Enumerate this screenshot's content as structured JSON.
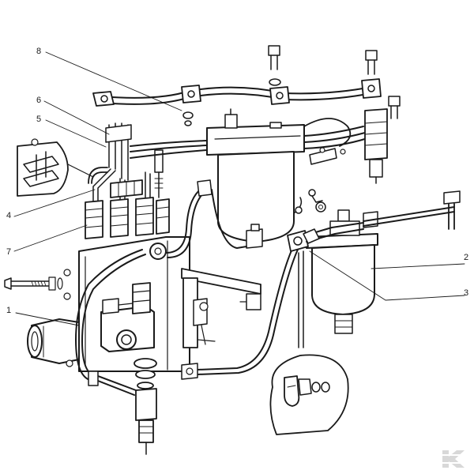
{
  "figure": {
    "background": "#ffffff",
    "ink": "#1a1a1a",
    "watermark_color": "#d8d8d8"
  },
  "callouts": [
    {
      "label": "1"
    },
    {
      "label": "2"
    },
    {
      "label": "3"
    },
    {
      "label": "4"
    },
    {
      "label": "5"
    },
    {
      "label": "6"
    },
    {
      "label": "7"
    },
    {
      "label": "8"
    }
  ],
  "watermark": {
    "text": "K"
  }
}
